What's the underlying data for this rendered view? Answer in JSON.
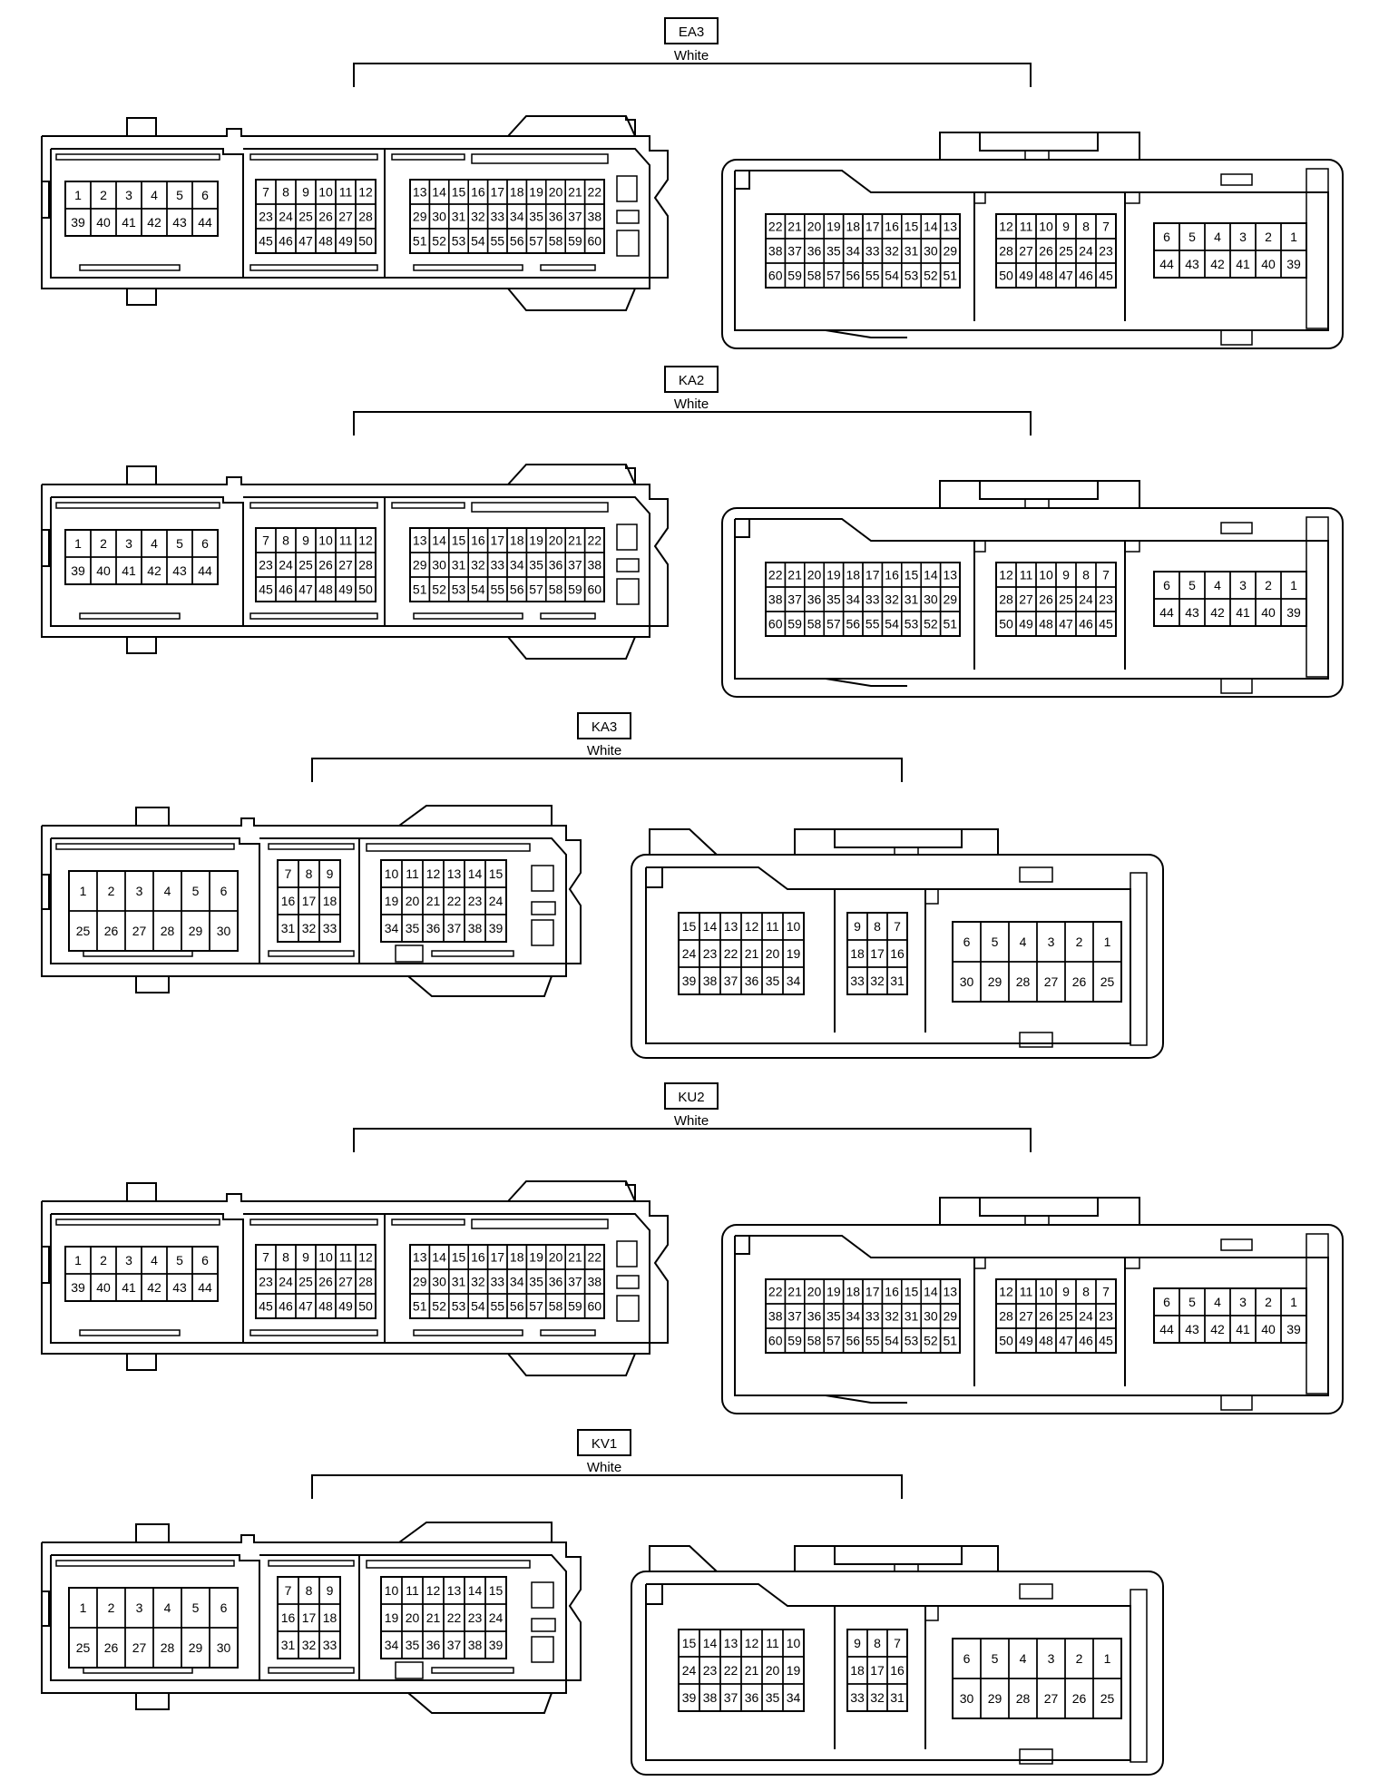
{
  "connectors": [
    {
      "id": "EA3",
      "color_label": "White",
      "type": "large",
      "left_blocks": [
        [
          [
            "1",
            "2",
            "3",
            "4",
            "5",
            "6"
          ],
          [
            "39",
            "40",
            "41",
            "42",
            "43",
            "44"
          ]
        ],
        [
          [
            "7",
            "8",
            "9",
            "10",
            "11",
            "12"
          ],
          [
            "23",
            "24",
            "25",
            "26",
            "27",
            "28"
          ],
          [
            "45",
            "46",
            "47",
            "48",
            "49",
            "50"
          ]
        ],
        [
          [
            "13",
            "14",
            "15",
            "16",
            "17",
            "18",
            "19",
            "20",
            "21",
            "22"
          ],
          [
            "29",
            "30",
            "31",
            "32",
            "33",
            "34",
            "35",
            "36",
            "37",
            "38"
          ],
          [
            "51",
            "52",
            "53",
            "54",
            "55",
            "56",
            "57",
            "58",
            "59",
            "60"
          ]
        ]
      ],
      "right_blocks": [
        [
          [
            "22",
            "21",
            "20",
            "19",
            "18",
            "17",
            "16",
            "15",
            "14",
            "13"
          ],
          [
            "38",
            "37",
            "36",
            "35",
            "34",
            "33",
            "32",
            "31",
            "30",
            "29"
          ],
          [
            "60",
            "59",
            "58",
            "57",
            "56",
            "55",
            "54",
            "53",
            "52",
            "51"
          ]
        ],
        [
          [
            "12",
            "11",
            "10",
            "9",
            "8",
            "7"
          ],
          [
            "28",
            "27",
            "26",
            "25",
            "24",
            "23"
          ],
          [
            "50",
            "49",
            "48",
            "47",
            "46",
            "45"
          ]
        ],
        [
          [
            "6",
            "5",
            "4",
            "3",
            "2",
            "1"
          ],
          [
            "44",
            "43",
            "42",
            "41",
            "40",
            "39"
          ]
        ]
      ]
    },
    {
      "id": "KA2",
      "color_label": "White",
      "type": "large",
      "left_blocks": [
        [
          [
            "1",
            "2",
            "3",
            "4",
            "5",
            "6"
          ],
          [
            "39",
            "40",
            "41",
            "42",
            "43",
            "44"
          ]
        ],
        [
          [
            "7",
            "8",
            "9",
            "10",
            "11",
            "12"
          ],
          [
            "23",
            "24",
            "25",
            "26",
            "27",
            "28"
          ],
          [
            "45",
            "46",
            "47",
            "48",
            "49",
            "50"
          ]
        ],
        [
          [
            "13",
            "14",
            "15",
            "16",
            "17",
            "18",
            "19",
            "20",
            "21",
            "22"
          ],
          [
            "29",
            "30",
            "31",
            "32",
            "33",
            "34",
            "35",
            "36",
            "37",
            "38"
          ],
          [
            "51",
            "52",
            "53",
            "54",
            "55",
            "56",
            "57",
            "58",
            "59",
            "60"
          ]
        ]
      ],
      "right_blocks": [
        [
          [
            "22",
            "21",
            "20",
            "19",
            "18",
            "17",
            "16",
            "15",
            "14",
            "13"
          ],
          [
            "38",
            "37",
            "36",
            "35",
            "34",
            "33",
            "32",
            "31",
            "30",
            "29"
          ],
          [
            "60",
            "59",
            "58",
            "57",
            "56",
            "55",
            "54",
            "53",
            "52",
            "51"
          ]
        ],
        [
          [
            "12",
            "11",
            "10",
            "9",
            "8",
            "7"
          ],
          [
            "28",
            "27",
            "26",
            "25",
            "24",
            "23"
          ],
          [
            "50",
            "49",
            "48",
            "47",
            "46",
            "45"
          ]
        ],
        [
          [
            "6",
            "5",
            "4",
            "3",
            "2",
            "1"
          ],
          [
            "44",
            "43",
            "42",
            "41",
            "40",
            "39"
          ]
        ]
      ]
    },
    {
      "id": "KA3",
      "color_label": "White",
      "type": "small",
      "left_blocks": [
        [
          [
            "1",
            "2",
            "3",
            "4",
            "5",
            "6"
          ],
          [
            "25",
            "26",
            "27",
            "28",
            "29",
            "30"
          ]
        ],
        [
          [
            "7",
            "8",
            "9"
          ],
          [
            "16",
            "17",
            "18"
          ],
          [
            "31",
            "32",
            "33"
          ]
        ],
        [
          [
            "10",
            "11",
            "12",
            "13",
            "14",
            "15"
          ],
          [
            "19",
            "20",
            "21",
            "22",
            "23",
            "24"
          ],
          [
            "34",
            "35",
            "36",
            "37",
            "38",
            "39"
          ]
        ]
      ],
      "right_blocks": [
        [
          [
            "15",
            "14",
            "13",
            "12",
            "11",
            "10"
          ],
          [
            "24",
            "23",
            "22",
            "21",
            "20",
            "19"
          ],
          [
            "39",
            "38",
            "37",
            "36",
            "35",
            "34"
          ]
        ],
        [
          [
            "9",
            "8",
            "7"
          ],
          [
            "18",
            "17",
            "16"
          ],
          [
            "33",
            "32",
            "31"
          ]
        ],
        [
          [
            "6",
            "5",
            "4",
            "3",
            "2",
            "1"
          ],
          [
            "30",
            "29",
            "28",
            "27",
            "26",
            "25"
          ]
        ]
      ]
    },
    {
      "id": "KU2",
      "color_label": "White",
      "type": "large",
      "left_blocks": [
        [
          [
            "1",
            "2",
            "3",
            "4",
            "5",
            "6"
          ],
          [
            "39",
            "40",
            "41",
            "42",
            "43",
            "44"
          ]
        ],
        [
          [
            "7",
            "8",
            "9",
            "10",
            "11",
            "12"
          ],
          [
            "23",
            "24",
            "25",
            "26",
            "27",
            "28"
          ],
          [
            "45",
            "46",
            "47",
            "48",
            "49",
            "50"
          ]
        ],
        [
          [
            "13",
            "14",
            "15",
            "16",
            "17",
            "18",
            "19",
            "20",
            "21",
            "22"
          ],
          [
            "29",
            "30",
            "31",
            "32",
            "33",
            "34",
            "35",
            "36",
            "37",
            "38"
          ],
          [
            "51",
            "52",
            "53",
            "54",
            "55",
            "56",
            "57",
            "58",
            "59",
            "60"
          ]
        ]
      ],
      "right_blocks": [
        [
          [
            "22",
            "21",
            "20",
            "19",
            "18",
            "17",
            "16",
            "15",
            "14",
            "13"
          ],
          [
            "38",
            "37",
            "36",
            "35",
            "34",
            "33",
            "32",
            "31",
            "30",
            "29"
          ],
          [
            "60",
            "59",
            "58",
            "57",
            "56",
            "55",
            "54",
            "53",
            "52",
            "51"
          ]
        ],
        [
          [
            "12",
            "11",
            "10",
            "9",
            "8",
            "7"
          ],
          [
            "28",
            "27",
            "26",
            "25",
            "24",
            "23"
          ],
          [
            "50",
            "49",
            "48",
            "47",
            "46",
            "45"
          ]
        ],
        [
          [
            "6",
            "5",
            "4",
            "3",
            "2",
            "1"
          ],
          [
            "44",
            "43",
            "42",
            "41",
            "40",
            "39"
          ]
        ]
      ]
    },
    {
      "id": "KV1",
      "color_label": "White",
      "type": "small",
      "left_blocks": [
        [
          [
            "1",
            "2",
            "3",
            "4",
            "5",
            "6"
          ],
          [
            "25",
            "26",
            "27",
            "28",
            "29",
            "30"
          ]
        ],
        [
          [
            "7",
            "8",
            "9"
          ],
          [
            "16",
            "17",
            "18"
          ],
          [
            "31",
            "32",
            "33"
          ]
        ],
        [
          [
            "10",
            "11",
            "12",
            "13",
            "14",
            "15"
          ],
          [
            "19",
            "20",
            "21",
            "22",
            "23",
            "24"
          ],
          [
            "34",
            "35",
            "36",
            "37",
            "38",
            "39"
          ]
        ]
      ],
      "right_blocks": [
        [
          [
            "15",
            "14",
            "13",
            "12",
            "11",
            "10"
          ],
          [
            "24",
            "23",
            "22",
            "21",
            "20",
            "19"
          ],
          [
            "39",
            "38",
            "37",
            "36",
            "35",
            "34"
          ]
        ],
        [
          [
            "9",
            "8",
            "7"
          ],
          [
            "18",
            "17",
            "16"
          ],
          [
            "33",
            "32",
            "31"
          ]
        ],
        [
          [
            "6",
            "5",
            "4",
            "3",
            "2",
            "1"
          ],
          [
            "30",
            "29",
            "28",
            "27",
            "26",
            "25"
          ]
        ]
      ]
    }
  ]
}
